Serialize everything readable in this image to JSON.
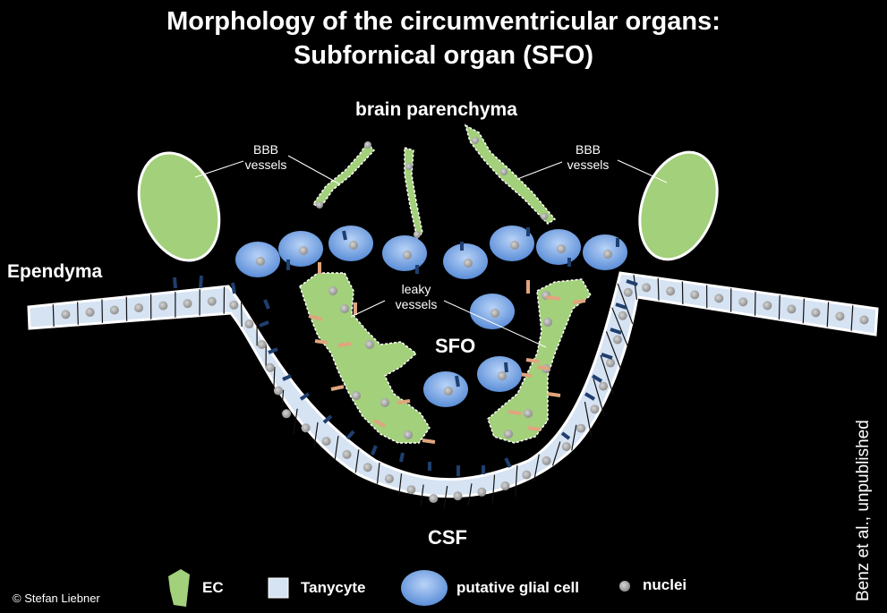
{
  "title": {
    "line1": "Morphology of the circumventricular organs:",
    "line2": "Subfornical organ (SFO)"
  },
  "labels": {
    "brain_parenchyma": "brain parenchyma",
    "ependyma": "Ependyma",
    "sfo": "SFO",
    "csf": "CSF",
    "bbb_vessels_line1": "BBB",
    "bbb_vessels_line2": "vessels",
    "leaky_vessels_line1": "leaky",
    "leaky_vessels_line2": "vessels"
  },
  "legend": {
    "ec": "EC",
    "tanycyte": "Tanycyte",
    "glial": "putative glial cell",
    "nuclei": "nuclei"
  },
  "credits": {
    "copyright": "© Stefan Liebner",
    "source": "Benz et al., unpublished"
  },
  "colors": {
    "background": "#000000",
    "ec_green": "#a3d07a",
    "tanycyte_blue": "#d6e3f3",
    "glial_blue": "#5d8fd9",
    "nucleus_gray": "#a0a0a0",
    "pericyte_orange": "#e0a57e",
    "process_navy": "#1f3f6e"
  }
}
